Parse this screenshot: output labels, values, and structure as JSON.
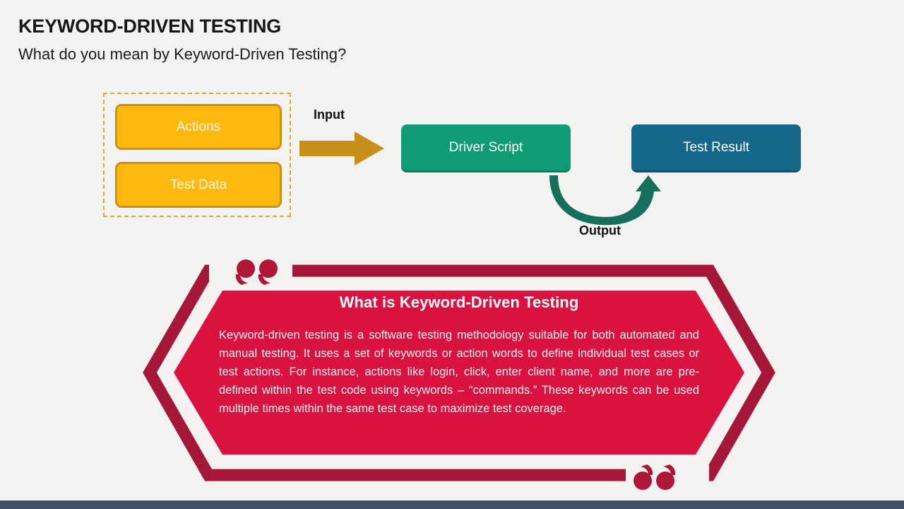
{
  "header": {
    "title": "KEYWORD-DRIVEN TESTING",
    "subtitle": "What do you mean by Keyword-Driven Testing?"
  },
  "diagram": {
    "input_group": {
      "boxes": [
        {
          "label": "Actions",
          "color": "#ffb80c"
        },
        {
          "label": "Test Data",
          "color": "#ffb80c"
        }
      ],
      "border_color": "#e5a81e"
    },
    "input_arrow": {
      "label": "Input",
      "color": "#c8901a",
      "icon": "right-arrow-icon"
    },
    "driver_box": {
      "label": "Driver Script",
      "color": "#0f9b74"
    },
    "result_box": {
      "label": "Test Result",
      "color": "#15688a"
    },
    "output_arrow": {
      "label": "Output",
      "color": "#14705a",
      "icon": "curved-up-arrow-icon"
    }
  },
  "callout": {
    "heading": "What is Keyword-Driven Testing",
    "body": "Keyword-driven testing is a software testing methodology suitable for both automated and manual testing. It uses a set of keywords or action words to define individual test cases or test actions. For instance, actions like login, click, enter client name, and more are pre-defined within the test code using keywords – “commands.” These keywords can be used multiple times within the same test case to maximize test coverage.",
    "fill_color": "#d91240",
    "outline_color": "#a51638",
    "quote_color": "#b01638",
    "quote_glyph_open": "“",
    "quote_glyph_close": "”"
  },
  "footer": {
    "bar_color": "#415065"
  }
}
